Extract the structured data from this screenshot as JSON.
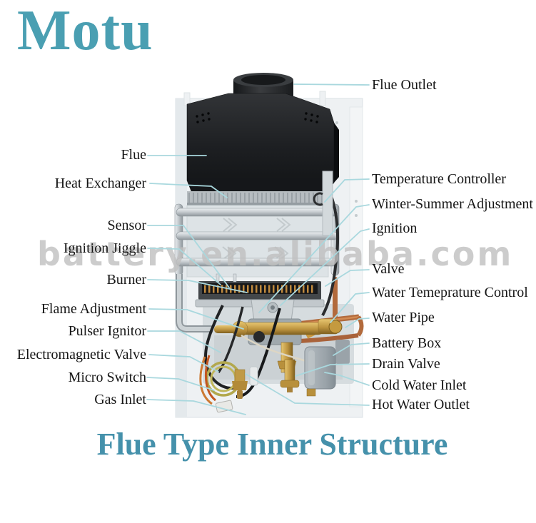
{
  "colors": {
    "logo-teal": "#4a9fb2",
    "title-teal": "#4591ab",
    "leader-line": "#a9d8de",
    "label-ink": "#151515",
    "watermark-gray": "#c0c0c0"
  },
  "logo": {
    "text": "Motu"
  },
  "watermark": {
    "text": "battery.en.alibaba.com"
  },
  "title": {
    "text": "Flue Type Inner Structure"
  },
  "diagram": {
    "subject": "Flue type gas water heater inner structure",
    "labels_left": [
      "Flue",
      "Heat Exchanger",
      "Sensor",
      "Ignition Jiggle",
      "Burner",
      "Flame Adjustment",
      "Pulser Ignitor",
      "Electromagnetic Valve",
      "Micro Switch",
      "Gas Inlet"
    ],
    "labels_right": [
      "Flue Outlet",
      "Temperature Controller",
      "Winter-Summer Adjustment",
      "Ignition",
      "Valve",
      "Water Temeprature Control",
      "Water Pipe",
      "Battery Box",
      "Drain Valve",
      "Cold Water Inlet",
      "Hot Water Outlet"
    ]
  }
}
